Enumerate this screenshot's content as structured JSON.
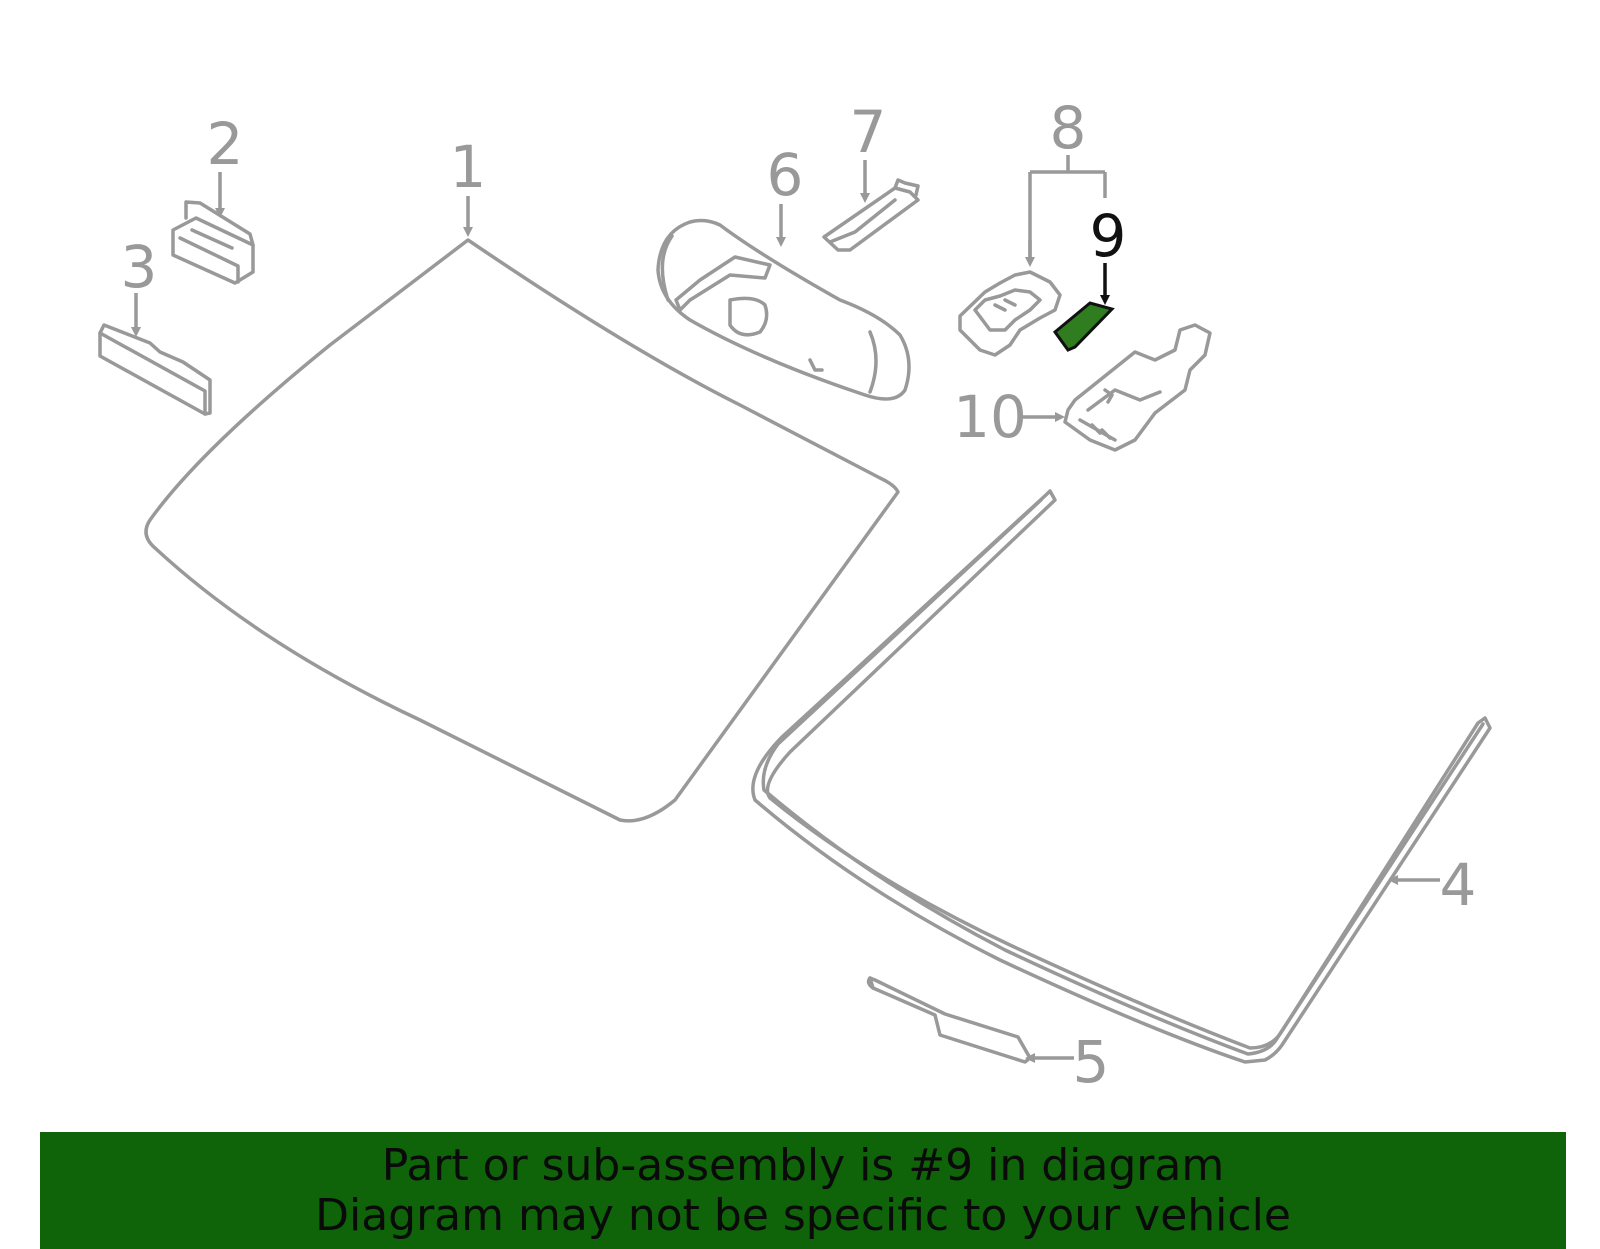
{
  "callouts": [
    "1",
    "2",
    "3",
    "4",
    "5",
    "6",
    "7",
    "8",
    "9",
    "10"
  ],
  "highlighted_callout": "9",
  "highlight_color": "#2f7d1f",
  "banner": {
    "line1": "Part or sub-assembly is #9 in diagram",
    "line2": "Diagram may not be specific to your vehicle",
    "color": "#0f6309"
  }
}
